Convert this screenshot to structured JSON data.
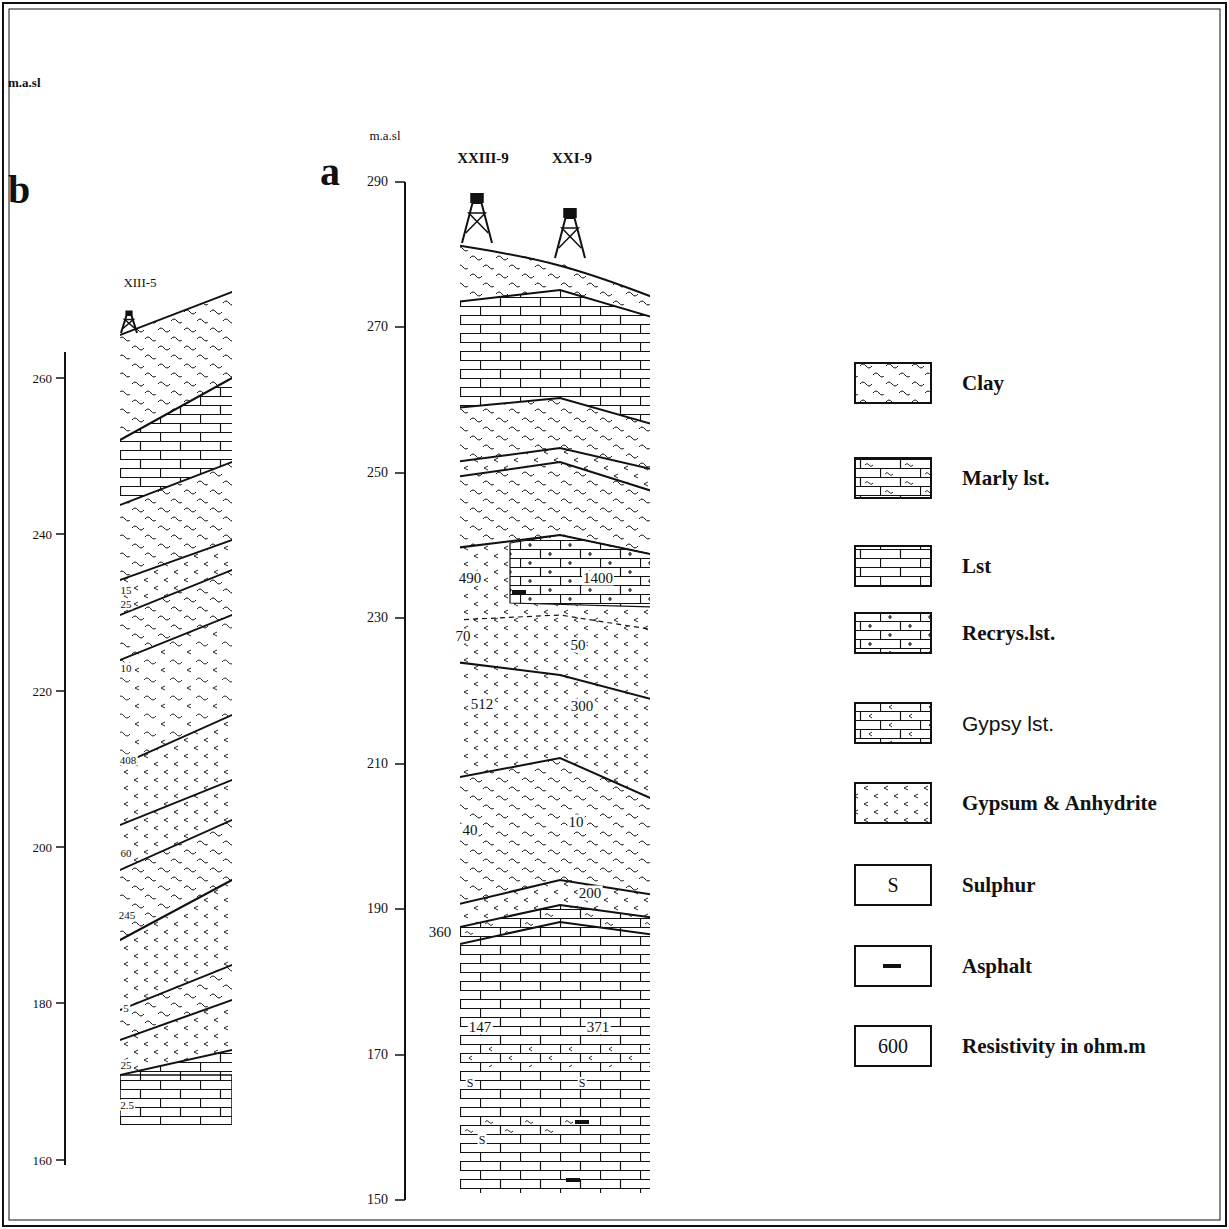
{
  "diagram": {
    "labels": [
      "m.a.sl",
      "b",
      "XIII-5",
      "260",
      "240",
      "220",
      "200",
      "180",
      "160",
      "15",
      "25",
      "10",
      "408",
      "60",
      "245",
      "5",
      "25",
      "2.5",
      "a",
      "m.a.sl",
      "XXIII-9",
      "XXI-9",
      "290",
      "270",
      "250",
      "230",
      "210",
      "190",
      "170",
      "150",
      "490",
      "1400",
      "70",
      "50",
      "512",
      "300",
      "40",
      "10",
      "200",
      "360",
      "147",
      "371",
      "S",
      "S",
      "S",
      "S",
      "600"
    ],
    "legend": [
      {
        "text": "Clay"
      },
      {
        "text": "Marly lst."
      },
      {
        "text": "Lst"
      },
      {
        "text": "Recrys.lst."
      },
      {
        "text": "Gypsy lst."
      },
      {
        "text": "Gypsum & Anhydrite"
      },
      {
        "text": "Sulphur"
      },
      {
        "text": "Asphalt"
      },
      {
        "text": "Resistivity in ohm.m"
      }
    ]
  }
}
